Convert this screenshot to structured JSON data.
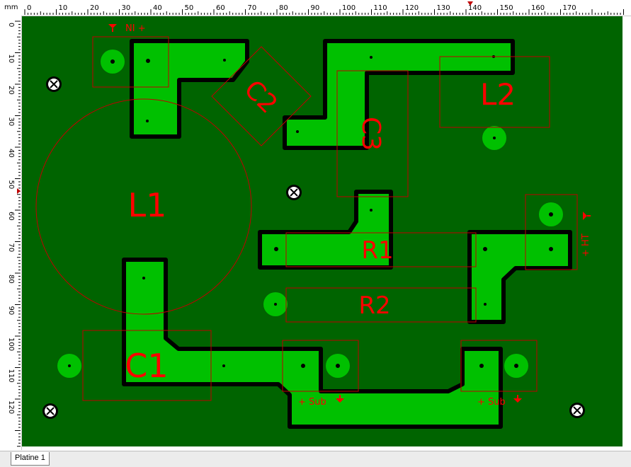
{
  "ruler": {
    "unit": "mm",
    "top_ticks": [
      "0",
      "10",
      "20",
      "30",
      "40",
      "50",
      "60",
      "70",
      "80",
      "90",
      "100",
      "110",
      "120",
      "130",
      "140",
      "150",
      "160",
      "170"
    ],
    "left_ticks": [
      "0",
      "10",
      "20",
      "30",
      "40",
      "50",
      "60",
      "70",
      "80",
      "90",
      "100",
      "110",
      "120"
    ]
  },
  "layout_tab": {
    "label": "Platine 1"
  },
  "components": {
    "l1": "L1",
    "l2": "L2",
    "c1": "C1",
    "c2": "C2",
    "c3": "C3",
    "r1": "R1",
    "r2": "R2"
  },
  "connector_labels": {
    "ni": "NI +",
    "ht": "+ HT",
    "sub_left": "+ Sub",
    "sub_right": "+ Sub"
  },
  "colors": {
    "board": "#006400",
    "copper": "#00c000",
    "track_outline": "#000000",
    "silkscreen": "#ff0000",
    "outline": "#c00000"
  }
}
